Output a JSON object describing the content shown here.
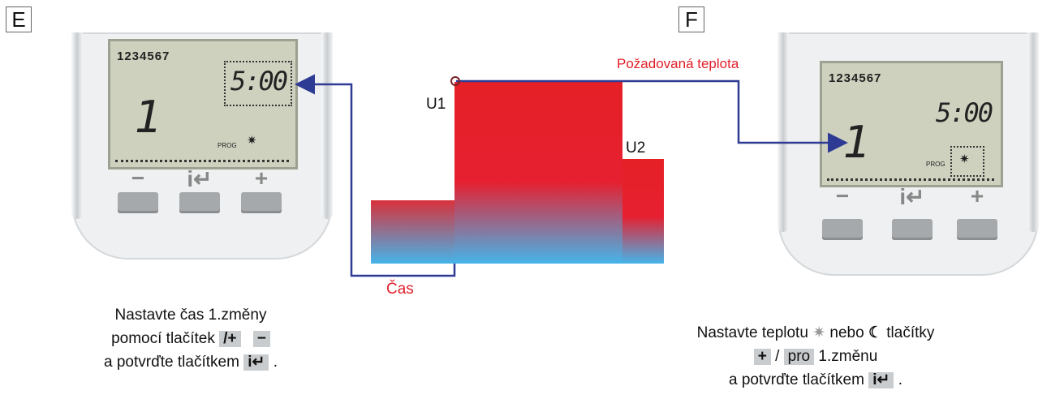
{
  "panels": {
    "left_label": "E",
    "right_label": "F"
  },
  "lcd": {
    "days": "1234567",
    "time": "5:00",
    "program_number": "1",
    "prog_label": "PROG",
    "sun_icon": "sun-icon"
  },
  "buttons": {
    "minus": "−",
    "enter": "i↵",
    "plus": "+"
  },
  "diagram": {
    "label_u1": "U1",
    "label_u2": "U2",
    "label_time": "Čas",
    "label_temperature": "Požadovaná teplota"
  },
  "captions": {
    "left": {
      "line1": "Nastavte čas 1.změny",
      "line2_a": "pomocí tlačítek",
      "key_plus": "/+",
      "key_minus": "−",
      "line3_a": "a potvrďte tlačítkem",
      "key_enter": "i↵",
      "end": "."
    },
    "right": {
      "line1_a": "Nastavte teplotu",
      "sun_icon": "sun-icon",
      "line1_b": "nebo",
      "moon_icon": "moon-icon",
      "line1_c": "tlačítky",
      "key_plus": "+",
      "sep": "/",
      "key_minus": "pro",
      "line2_b": "1.změnu",
      "line3_a": "a potvrďte tlačítkem",
      "key_enter": "i↵",
      "end": "."
    }
  },
  "colors": {
    "red": "#e2202a",
    "blue": "#2e3b94",
    "light_blue": "#45b4ea"
  }
}
